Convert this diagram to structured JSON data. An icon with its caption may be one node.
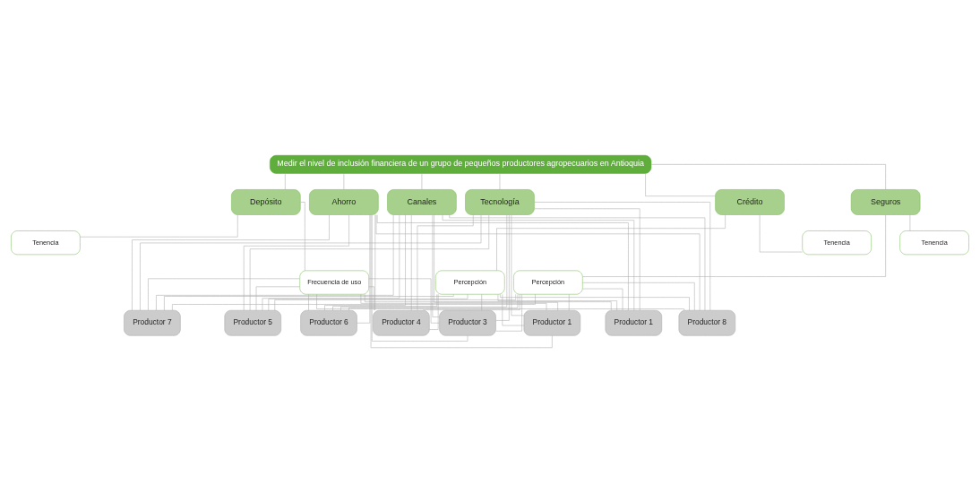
{
  "diagram": {
    "nodes": [
      {
        "text": [
          "Medir el nivel de inclusión financiera de un grupo de pequeños productores agropecuarios en Antioquia"
        ]
      },
      {
        "text": [
          "Depósito"
        ]
      },
      {
        "text": [
          "Ahorro"
        ]
      },
      {
        "text": [
          "Canales"
        ]
      },
      {
        "text": [
          "Crédito"
        ]
      },
      {
        "text": [
          "Seguros"
        ]
      },
      {
        "text": [
          "Tecnología"
        ]
      },
      {
        "text": [
          "Tenencia"
        ]
      },
      {
        "text": [
          "Frecuencia de uso"
        ]
      },
      {
        "text": [
          "Tenencia"
        ]
      },
      {
        "text": [
          "Percepción"
        ]
      },
      {
        "text": [
          "Tenencia"
        ]
      },
      {
        "text": [
          "Percepción"
        ]
      },
      {
        "text": [
          "Productor 1"
        ]
      },
      {
        "text": [
          "Productor 1"
        ]
      },
      {
        "text": [
          "Productor 3"
        ]
      },
      {
        "text": [
          "Productor 4"
        ]
      },
      {
        "text": [
          "Productor 5"
        ]
      },
      {
        "text": [
          "Productor 6"
        ]
      },
      {
        "text": [
          "Productor 7"
        ]
      },
      {
        "text": [
          "Productor 8"
        ]
      }
    ],
    "edges": [
      {
        "from": 0,
        "to": 1,
        "arrow": "none"
      },
      {
        "from": 0,
        "to": 2,
        "arrow": "none"
      },
      {
        "from": 0,
        "to": 3,
        "arrow": "none"
      },
      {
        "from": 0,
        "to": 4,
        "arrow": "none"
      },
      {
        "from": 0,
        "to": 5,
        "arrow": "none"
      },
      {
        "from": 0,
        "to": 6,
        "arrow": "none"
      },
      {
        "from": 1,
        "to": 7,
        "arrow": "none"
      },
      {
        "from": 1,
        "to": 8,
        "arrow": "none"
      },
      {
        "from": 4,
        "to": 9,
        "arrow": "none"
      },
      {
        "from": 4,
        "to": 10,
        "arrow": "none"
      },
      {
        "from": 5,
        "to": 11,
        "arrow": "none"
      },
      {
        "from": 5,
        "to": 12,
        "arrow": "none"
      },
      {
        "from": 8,
        "to": 13,
        "arrow": "none"
      },
      {
        "from": 8,
        "to": 14,
        "arrow": "none"
      },
      {
        "from": 8,
        "to": 15,
        "arrow": "none"
      },
      {
        "from": 8,
        "to": 16,
        "arrow": "none"
      },
      {
        "from": 8,
        "to": 17,
        "arrow": "none"
      },
      {
        "from": 8,
        "to": 18,
        "arrow": "none"
      },
      {
        "from": 8,
        "to": 19,
        "arrow": "none"
      },
      {
        "from": 8,
        "to": 20,
        "arrow": "none"
      },
      {
        "from": 2,
        "to": 13,
        "arrow": "none"
      },
      {
        "from": 2,
        "to": 14,
        "arrow": "none"
      },
      {
        "from": 2,
        "to": 15,
        "arrow": "none"
      },
      {
        "from": 2,
        "to": 16,
        "arrow": "none"
      },
      {
        "from": 2,
        "to": 17,
        "arrow": "none"
      },
      {
        "from": 2,
        "to": 18,
        "arrow": "none"
      },
      {
        "from": 2,
        "to": 19,
        "arrow": "none"
      },
      {
        "from": 2,
        "to": 20,
        "arrow": "none"
      },
      {
        "from": 3,
        "to": 13,
        "arrow": "none"
      },
      {
        "from": 3,
        "to": 14,
        "arrow": "none"
      },
      {
        "from": 3,
        "to": 15,
        "arrow": "none"
      },
      {
        "from": 3,
        "to": 16,
        "arrow": "none"
      },
      {
        "from": 3,
        "to": 17,
        "arrow": "none"
      },
      {
        "from": 3,
        "to": 18,
        "arrow": "none"
      },
      {
        "from": 3,
        "to": 19,
        "arrow": "none"
      },
      {
        "from": 3,
        "to": 20,
        "arrow": "none"
      },
      {
        "from": 10,
        "to": 13,
        "arrow": "none"
      },
      {
        "from": 10,
        "to": 14,
        "arrow": "none"
      },
      {
        "from": 10,
        "to": 15,
        "arrow": "none"
      },
      {
        "from": 10,
        "to": 16,
        "arrow": "none"
      },
      {
        "from": 10,
        "to": 17,
        "arrow": "none"
      },
      {
        "from": 10,
        "to": 18,
        "arrow": "none"
      },
      {
        "from": 10,
        "to": 19,
        "arrow": "none"
      },
      {
        "from": 10,
        "to": 20,
        "arrow": "none"
      },
      {
        "from": 12,
        "to": 13,
        "arrow": "none"
      },
      {
        "from": 12,
        "to": 14,
        "arrow": "none"
      },
      {
        "from": 12,
        "to": 15,
        "arrow": "none"
      },
      {
        "from": 12,
        "to": 16,
        "arrow": "none"
      },
      {
        "from": 12,
        "to": 17,
        "arrow": "none"
      },
      {
        "from": 12,
        "to": 18,
        "arrow": "none"
      },
      {
        "from": 12,
        "to": 19,
        "arrow": "none"
      },
      {
        "from": 12,
        "to": 20,
        "arrow": "none"
      },
      {
        "from": 6,
        "to": 13,
        "arrow": "none"
      },
      {
        "from": 6,
        "to": 14,
        "arrow": "none"
      },
      {
        "from": 6,
        "to": 15,
        "arrow": "none"
      },
      {
        "from": 6,
        "to": 16,
        "arrow": "none"
      },
      {
        "from": 6,
        "to": 17,
        "arrow": "none"
      },
      {
        "from": 6,
        "to": 18,
        "arrow": "none"
      },
      {
        "from": 6,
        "to": 19,
        "arrow": "none"
      },
      {
        "from": 6,
        "to": 20,
        "arrow": "none"
      }
    ]
  }
}
